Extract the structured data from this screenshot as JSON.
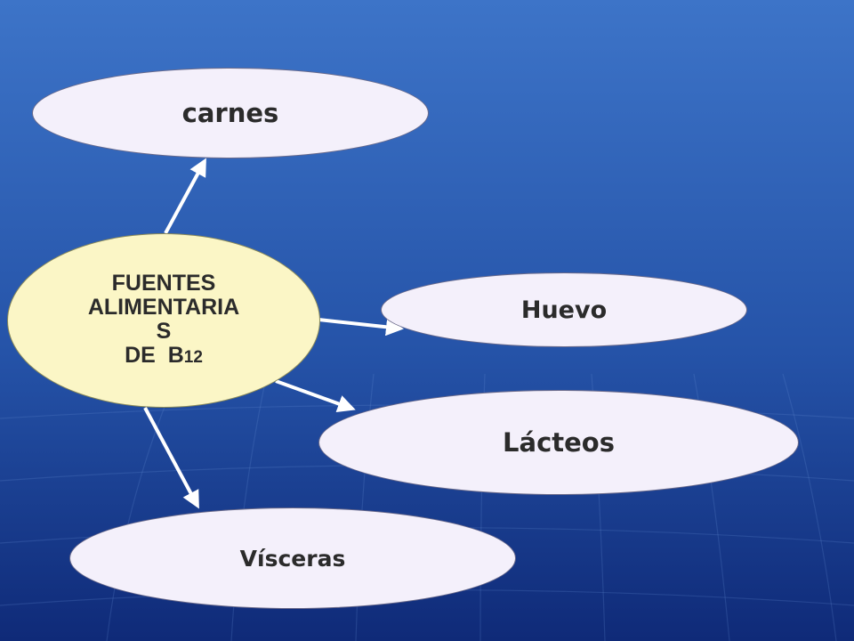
{
  "diagram": {
    "center": {
      "lines": [
        "FUENTES",
        "ALIMENTARIA",
        "S"
      ],
      "last_prefix": "DE  B",
      "last_subscript": "12"
    },
    "nodes": {
      "carnes": "carnes",
      "huevo": "Huevo",
      "lacteos": "Lácteos",
      "visceras": "Vísceras"
    },
    "arrows": [
      {
        "from": "center",
        "to": "carnes"
      },
      {
        "from": "center",
        "to": "huevo"
      },
      {
        "from": "center",
        "to": "lacteos"
      },
      {
        "from": "center",
        "to": "visceras"
      }
    ]
  },
  "colors": {
    "background_dark": "#0f2a78",
    "background_light": "#3d74c8",
    "center_fill": "#fbf6c6",
    "leaf_fill": "#f4f0fb",
    "arrow": "#ffffff"
  }
}
